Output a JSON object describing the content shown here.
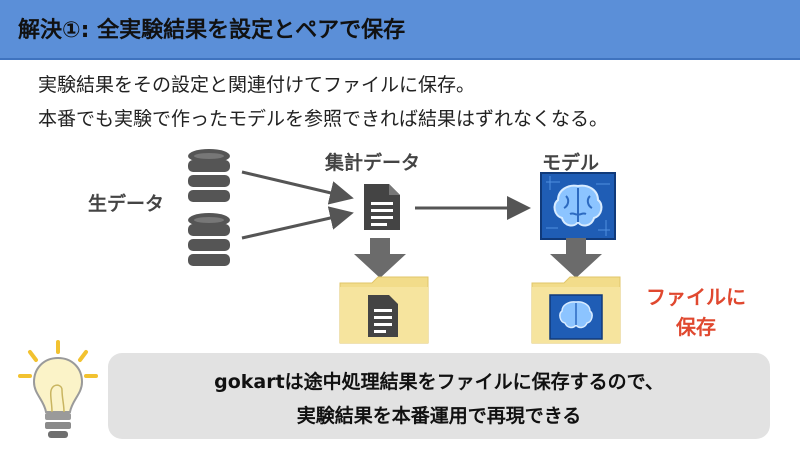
{
  "title": "解決①: 全実験結果を設定とペアで保存",
  "lead": [
    "実験結果をその設定と関連付けてファイルに保存。",
    "本番でも実験で作ったモデルを参照できれば結果はずれなくなる。"
  ],
  "diagram": {
    "raw_data_label": "生データ",
    "aggregated_label": "集計データ",
    "model_label": "モデル",
    "save_label_line1": "ファイルに",
    "save_label_line2": "保存"
  },
  "callout": {
    "line1": "gokartは途中処理結果をファイルに保存するので、",
    "line2": "実験結果を本番運用で再現できる"
  },
  "icons": {
    "database": "database-icon",
    "document": "document-icon",
    "brain": "brain-chip-icon",
    "folder": "folder-icon",
    "arrow": "arrow-icon",
    "lightbulb": "lightbulb-icon"
  },
  "colors": {
    "title_bar": "#5b8fd8",
    "highlight": "#e0482f",
    "folder": "#f2dc8a",
    "brain_bg": "#1f5db5",
    "callout_bg": "#e2e2e2"
  }
}
